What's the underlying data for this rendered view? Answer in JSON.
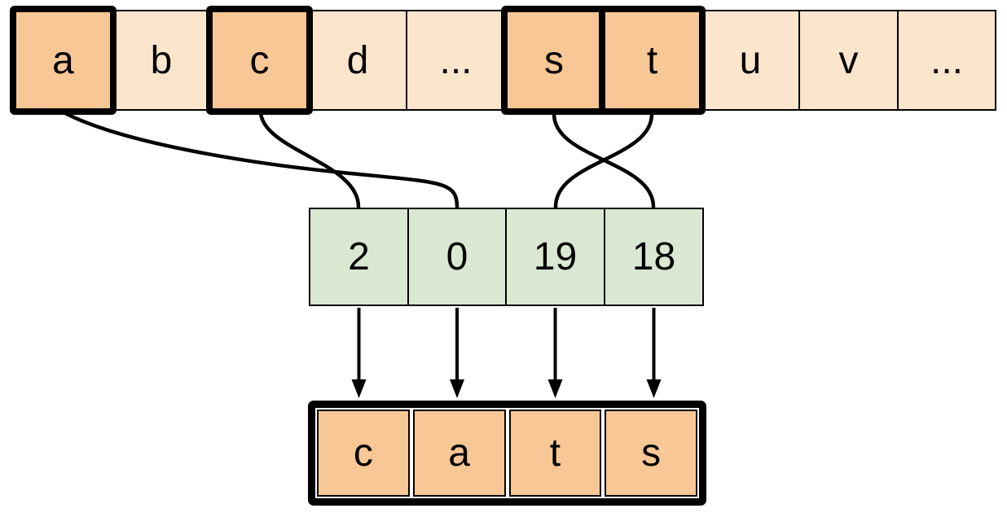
{
  "vocab_row": {
    "cells": [
      {
        "label": "a",
        "highlighted": true
      },
      {
        "label": "b",
        "highlighted": false
      },
      {
        "label": "c",
        "highlighted": true
      },
      {
        "label": "d",
        "highlighted": false
      },
      {
        "label": "...",
        "highlighted": false
      },
      {
        "label": "s",
        "highlighted": true
      },
      {
        "label": "t",
        "highlighted": true
      },
      {
        "label": "u",
        "highlighted": false
      },
      {
        "label": "v",
        "highlighted": false
      },
      {
        "label": "...",
        "highlighted": false
      }
    ]
  },
  "index_row": {
    "cells": [
      {
        "label": "2"
      },
      {
        "label": "0"
      },
      {
        "label": "19"
      },
      {
        "label": "18"
      }
    ]
  },
  "output_row": {
    "cells": [
      {
        "label": "c"
      },
      {
        "label": "a"
      },
      {
        "label": "t"
      },
      {
        "label": "s"
      }
    ]
  },
  "connections": [
    {
      "from_letter": "c",
      "to_index": "2"
    },
    {
      "from_letter": "a",
      "to_index": "0"
    },
    {
      "from_letter": "t",
      "to_index": "19"
    },
    {
      "from_letter": "s",
      "to_index": "18"
    }
  ],
  "colors": {
    "cell_light": "#FCE5CD",
    "cell_highlight": "#F7C795",
    "index_fill": "#D9E8D2",
    "line": "#000000",
    "background": "#FFFFFF"
  }
}
